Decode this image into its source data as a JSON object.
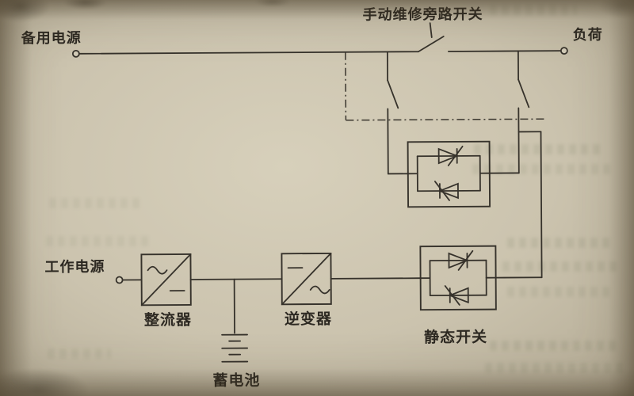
{
  "document": {
    "kind": "scanned textbook page with circuit figure",
    "figure_subject": "UPS power system with manual maintenance bypass"
  },
  "colors": {
    "paper": "#cbc3ae",
    "ink": "#36322b"
  },
  "labels": {
    "backup_power": "备用电源",
    "manual_bypass_switch": "手动维修旁路开关",
    "load": "负荷",
    "working_power": "工作电源",
    "rectifier": "整流器",
    "inverter": "逆变器",
    "battery": "蓄电池",
    "static_switch": "静态开关"
  },
  "components": [
    {
      "id": "backup-power-source",
      "label": "备用电源",
      "symbol": "terminal"
    },
    {
      "id": "manual-maintenance-bypass-switch",
      "label": "手动维修旁路开关",
      "symbol": "ganged knife switches with dash-dot linkage",
      "poles": 3
    },
    {
      "id": "load",
      "label": "负荷",
      "symbol": "terminal"
    },
    {
      "id": "working-power-source",
      "label": "工作电源",
      "symbol": "terminal"
    },
    {
      "id": "rectifier",
      "label": "整流器",
      "symbol": "box with diagonal, AC top-left, DC bottom-right"
    },
    {
      "id": "inverter",
      "label": "逆变器",
      "symbol": "box with diagonal, DC top-left, AC bottom-right"
    },
    {
      "id": "battery",
      "label": "蓄电池",
      "symbol": "multi-cell battery plates"
    },
    {
      "id": "static-switch",
      "label": "静态开关",
      "symbol": "anti-parallel thyristor pair in box"
    },
    {
      "id": "static-bypass-switch",
      "label": "",
      "symbol": "anti-parallel thyristor pair in box"
    }
  ]
}
